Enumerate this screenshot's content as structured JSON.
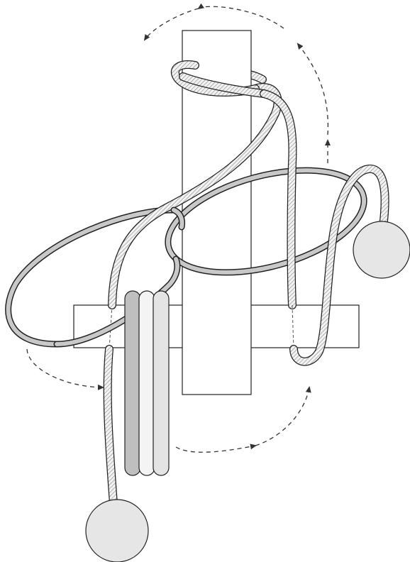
{
  "diagram": {
    "kind": "rope puzzle",
    "parts": [
      "vertical-post",
      "horizontal-bar",
      "left-ring",
      "right-ring",
      "rope",
      "right-ball",
      "bottom-ball",
      "three-beads"
    ],
    "colors": {
      "outline": "#222222",
      "ring_fill": "#c8c8c8",
      "rope_fill": "#f2f2f2",
      "rope_hatch": "#555555",
      "ball_fill": "#e6e6e6",
      "bead_dark": "#bfbfbf",
      "bead_light": "#ececec",
      "arrow": "#333333"
    },
    "arrow_style": "dashed curved arrows indicating movement"
  }
}
